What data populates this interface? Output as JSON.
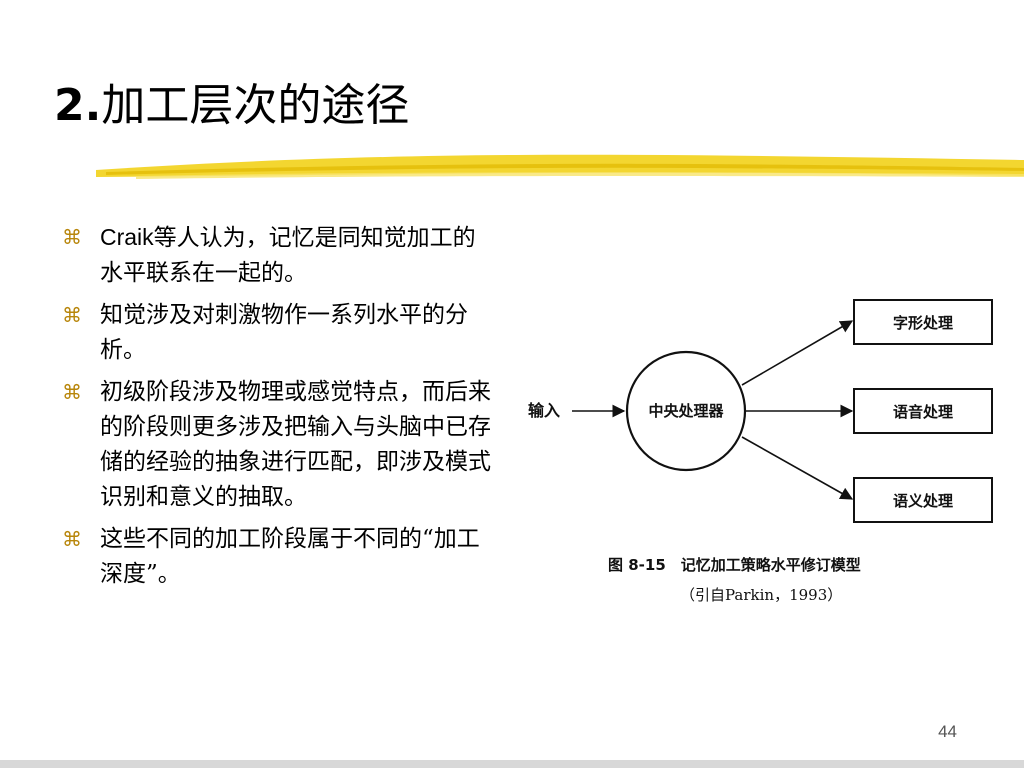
{
  "slide": {
    "title_number": "2.",
    "title_text": "加工层次的途径",
    "page_number": "44"
  },
  "bullets": [
    {
      "icon": "command-key-bullet-icon",
      "latin": "Craik",
      "text": "等人认为，记忆是同知觉加工的水平联系在一起的。"
    },
    {
      "icon": "command-key-bullet-icon",
      "latin": "",
      "text": "知觉涉及对刺激物作一系列水平的分析。"
    },
    {
      "icon": "command-key-bullet-icon",
      "latin": "",
      "text": "初级阶段涉及物理或感觉特点，而后来的阶段则更多涉及把输入与头脑中已存储的经验的抽象进行匹配，即涉及模式识别和意义的抽取。"
    },
    {
      "icon": "command-key-bullet-icon",
      "latin": "",
      "text": "这些不同的加工阶段属于不同的“加工深度”。"
    }
  ],
  "diagram": {
    "input_label": "输入",
    "center_label": "中央处理器",
    "outputs": [
      "字形处理",
      "语音处理",
      "语义处理"
    ],
    "caption": "图 8-15　记忆加工策略水平修订模型",
    "citation": "（引自Parkin，1993）"
  },
  "colors": {
    "brush": "#f2d21a",
    "bullet": "#b8860b"
  }
}
